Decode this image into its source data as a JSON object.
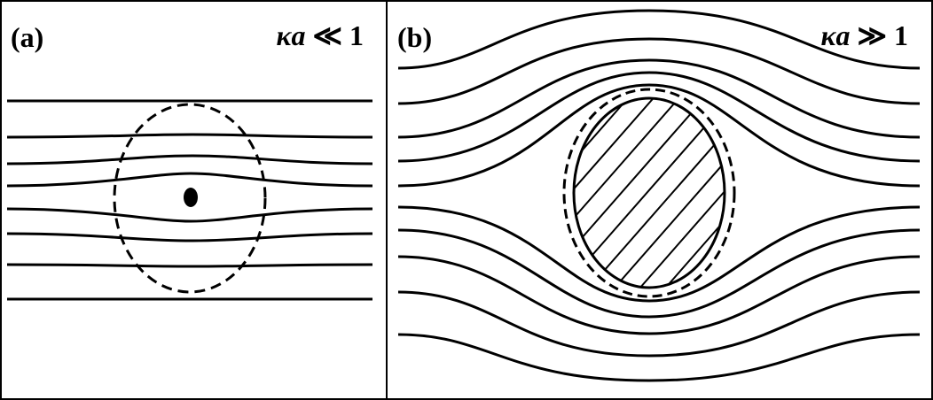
{
  "panel_a": {
    "label": "(a)",
    "ka_symbol": "κa",
    "ka_relation": "≪ 1"
  },
  "panel_b": {
    "label": "(b)",
    "ka_symbol": "κa",
    "ka_relation": "≫ 1"
  }
}
